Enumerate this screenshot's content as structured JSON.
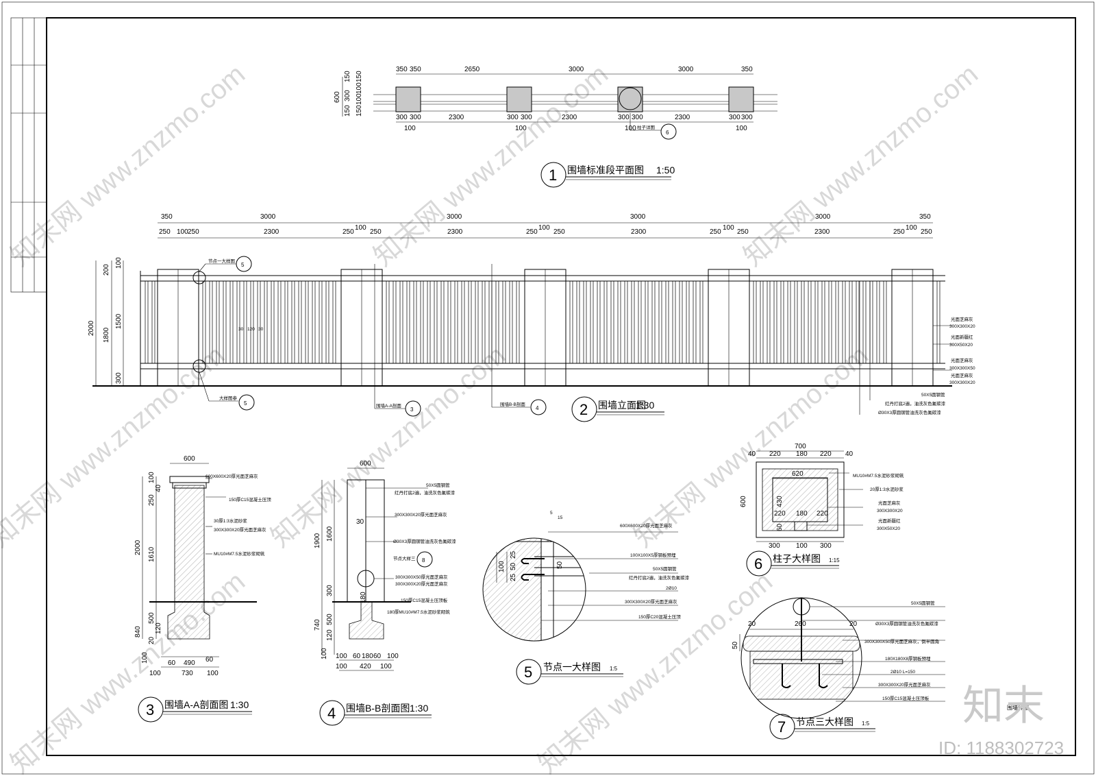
{
  "sheet": {
    "title": "围墙详图",
    "id_text": "ID: 1188302723",
    "logo": "知末",
    "watermark": "知末网 www.znzmo.com",
    "title_block_rows": [
      "",
      "",
      "",
      "",
      ""
    ]
  },
  "plan": {
    "num": "1",
    "title": "围墙标准段平面图",
    "scale": "1:50",
    "top_dims": [
      "350",
      "350",
      "2650",
      "3000",
      "3000",
      "350"
    ],
    "bottom_dims": [
      "300",
      "300",
      "2300",
      "300",
      "300",
      "2300",
      "300",
      "300",
      "2300",
      "300",
      "300"
    ],
    "sub_dims": [
      "100",
      "100",
      "100",
      "100"
    ],
    "left_dims": [
      "600",
      "150",
      "300",
      "150",
      "150",
      "150",
      "100",
      "100"
    ],
    "callout_text": "柱子详图",
    "callout_num": "6"
  },
  "elevation": {
    "num": "2",
    "title": "围墙立面图",
    "scale": "1:30",
    "top_dims": [
      "350",
      "3000",
      "3000",
      "3000",
      "3000",
      "350"
    ],
    "sub_dims": [
      "250",
      "100",
      "250",
      "2300",
      "250",
      "100",
      "250",
      "2300",
      "250",
      "100",
      "250",
      "2300",
      "250",
      "100",
      "250",
      "2300",
      "250",
      "100",
      "250"
    ],
    "left_dims": [
      "2000",
      "1800",
      "200",
      "100",
      "1500",
      "300"
    ],
    "picket_dims": [
      "30",
      "120",
      "30"
    ],
    "callouts": {
      "node1": "节点一大样图",
      "node1_num": "5",
      "detail": "大样图参",
      "detail_num": "5",
      "secA": "围墙A-A剖面",
      "secA_num": "3",
      "secB": "围墙B-B剖面",
      "secB_num": "4"
    },
    "right_notes": [
      "光面芝麻灰",
      "300X300X20",
      "光面新疆红",
      "300X50X20",
      "光面芝麻灰",
      "300X300X50",
      "光面芝麻灰",
      "300X300X20",
      "50X5圆钢管",
      "红丹打底2遍，油洗灰色氟碳漆",
      "Ø30X3厚圆钢管油洗灰色氟碳漆"
    ]
  },
  "sectionA": {
    "num": "3",
    "title": "围墙A-A剖面图",
    "scale": "1:30",
    "top_dim": "600",
    "left_dims": [
      "2000",
      "100",
      "40",
      "250",
      "1610",
      "840",
      "500",
      "120",
      "20",
      "100"
    ],
    "bottom_dims": [
      "60",
      "490",
      "60",
      "100",
      "730",
      "100"
    ],
    "notes": [
      "600X600X20厚光面芝麻灰",
      "150厚C15混凝土压顶",
      "30厚1:3水泥砂浆",
      "300X300X20厚光面芝麻灰",
      "MU10#M7.5水泥砂浆砌筑"
    ]
  },
  "sectionB": {
    "num": "4",
    "title": "围墙B-B剖面图",
    "scale": "1:30",
    "top_dim": "600",
    "left_dims": [
      "1900",
      "1600",
      "30",
      "300",
      "740",
      "500",
      "120",
      "100",
      "180"
    ],
    "bottom_dims": [
      "100",
      "60",
      "180",
      "60",
      "100",
      "100",
      "420",
      "100"
    ],
    "notes": [
      "50X5圆钢管",
      "红丹打底2遍，油洗灰色氟碳漆",
      "300X300X20厚光面芝麻灰",
      "Ø30X3厚圆钢管油洗灰色氟碳漆",
      "节点大样三",
      "300X300X50厚光面芝麻灰",
      "300X300X20厚光面芝麻灰",
      "150厚C15混凝土压顶板",
      "180厚MU10#M7.5水泥砂浆砌筑"
    ],
    "callout_num": "8"
  },
  "node1": {
    "num": "5",
    "title": "节点一大样图",
    "scale": "1:5",
    "dims": [
      "5",
      "15",
      "25",
      "50",
      "25",
      "100",
      "50"
    ],
    "notes": [
      "600X600X20厚光面芝麻灰",
      "100X100X5厚钢板预埋",
      "50X5圆钢管",
      "红丹打底2遍，油洗灰色氟碳漆",
      "2Ø10",
      "300X300X20厚光面芝麻灰",
      "150厚C20混凝土压顶"
    ]
  },
  "column": {
    "num": "6",
    "title": "柱子大样图",
    "scale": "1:15",
    "top_dims": [
      "700",
      "40",
      "220",
      "180",
      "220",
      "40"
    ],
    "inner_dims": [
      "620",
      "430",
      "220",
      "180",
      "220",
      "60"
    ],
    "bottom_dims": [
      "300",
      "100",
      "300"
    ],
    "left_dim": "600",
    "notes": [
      "MU10#M7.5水泥砂浆砌筑",
      "20厚1:3水泥砂浆",
      "光面芝麻灰",
      "300X300X20",
      "光面新疆红",
      "300X50X20"
    ]
  },
  "node3": {
    "num": "7",
    "title": "节点三大样图",
    "scale": "1:5",
    "dims": [
      "20",
      "260",
      "20",
      "50"
    ],
    "notes": [
      "50X5圆钢管",
      "Ø30X3厚圆钢管油洗灰色氟碳漆",
      "300X300X50厚光面芝麻灰，倒半圆角",
      "180X180X8厚钢板预埋",
      "2Ø10 L=150",
      "300X300X20厚光面芝麻灰",
      "150厚C15混凝土压顶板"
    ]
  }
}
